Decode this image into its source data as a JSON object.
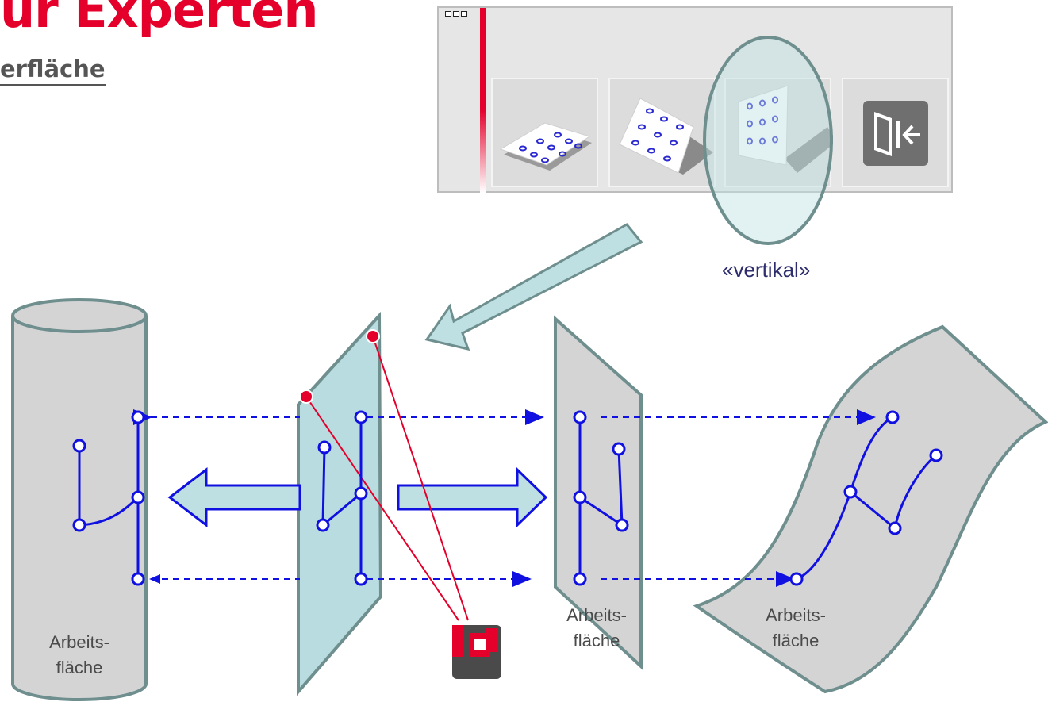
{
  "header": {
    "title": "ur Experten",
    "subtitle": "erfläche"
  },
  "toolbar": {
    "buttons": [
      {
        "name": "horizontal",
        "icon": "horizontal-plane-icon"
      },
      {
        "name": "tilted",
        "icon": "tilted-plane-icon"
      },
      {
        "name": "vertical",
        "icon": "vertical-plane-icon",
        "highlighted": true
      },
      {
        "name": "exit",
        "icon": "exit-door-icon"
      }
    ]
  },
  "callout": {
    "label": "«vertikal»"
  },
  "surfaces": {
    "cylinder_label_line1": "Arbeits-",
    "cylinder_label_line2": "fläche",
    "plane_label_line1": "Arbeits-",
    "plane_label_line2": "fläche",
    "curved_label_line1": "Arbeits-",
    "curved_label_line2": "fläche"
  },
  "colors": {
    "accent": "#e4002b",
    "path": "#1010e0",
    "highlight_fill": "#b8dcdf",
    "surface_fill": "#d4d4d4",
    "surface_stroke": "#6f8f8f"
  }
}
